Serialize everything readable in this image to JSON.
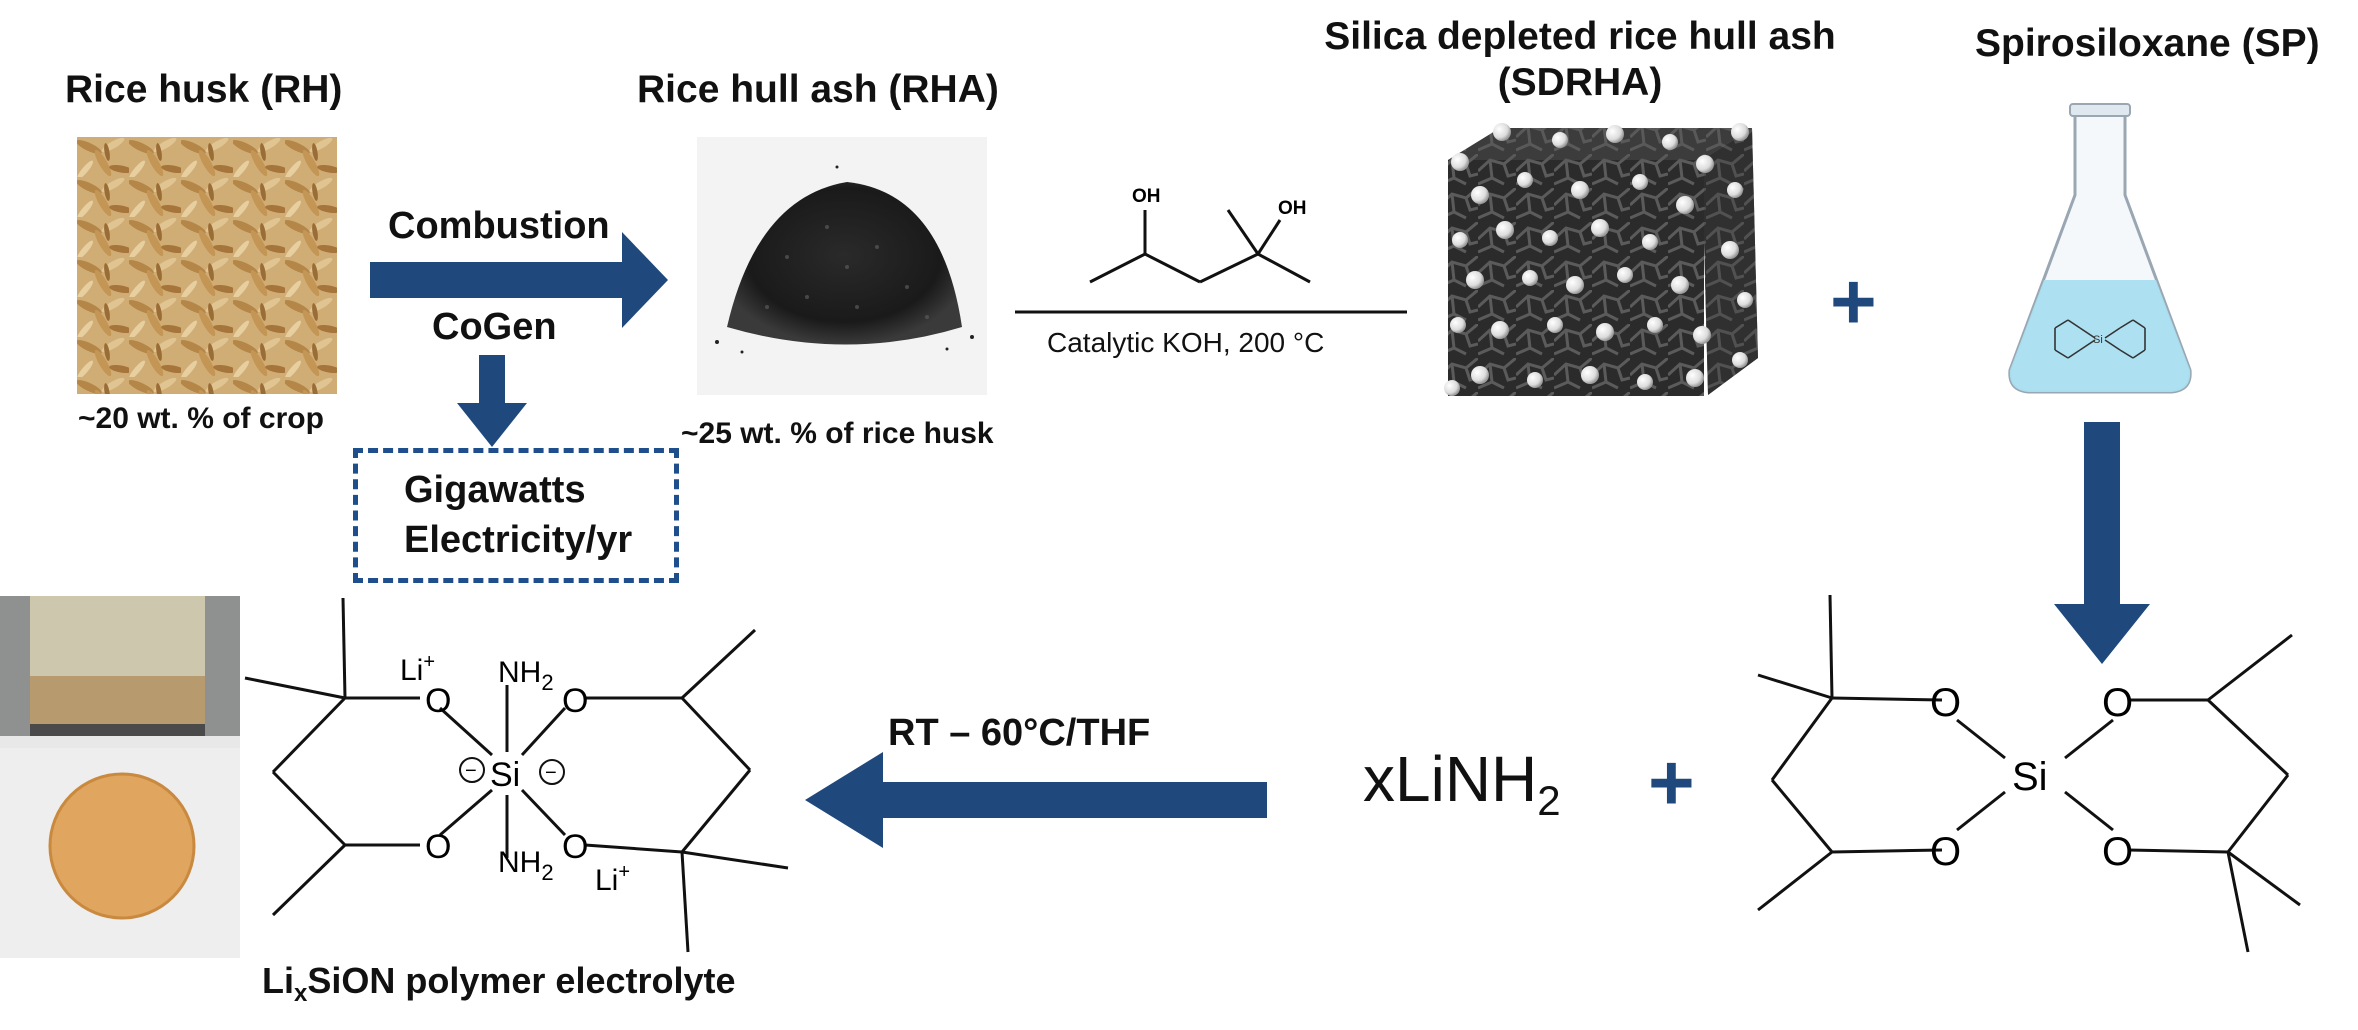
{
  "titles": {
    "rice_husk": "Rice husk (RH)",
    "rice_hull_ash": "Rice hull ash (RHA)",
    "sdrha_line1": "Silica depleted rice hull ash",
    "sdrha_line2": "(SDRHA)",
    "spirosiloxane": "Spirosiloxane (SP)"
  },
  "captions": {
    "rh_fraction": "~20 wt. % of crop",
    "rha_fraction": "~25 wt. % of rice husk"
  },
  "process": {
    "combustion": "Combustion",
    "cogen": "CoGen",
    "electricity_line1": "Gigawatts",
    "electricity_line2": "Electricity/yr",
    "catalytic_condition": "Catalytic KOH, 200 °C",
    "reaction_condition": "RT – 60°C/THF",
    "reagent_base": "xLiNH",
    "reagent_sub": "2"
  },
  "product": {
    "label_prefix": "Li",
    "label_sub": "x",
    "label_suffix": "SiON polymer electrolyte"
  },
  "chem": {
    "oh": "OH",
    "o": "O",
    "si": "Si",
    "li": "Li",
    "li_charge": "+",
    "nh": "NH",
    "nh_sub": "2",
    "minus": "−",
    "plus": "+"
  },
  "colors": {
    "arrow": "#1f497d",
    "dashed_box": "#1f4e8c",
    "plus_sign": "#1f497d",
    "flask_liquid": "#a9dff0"
  }
}
